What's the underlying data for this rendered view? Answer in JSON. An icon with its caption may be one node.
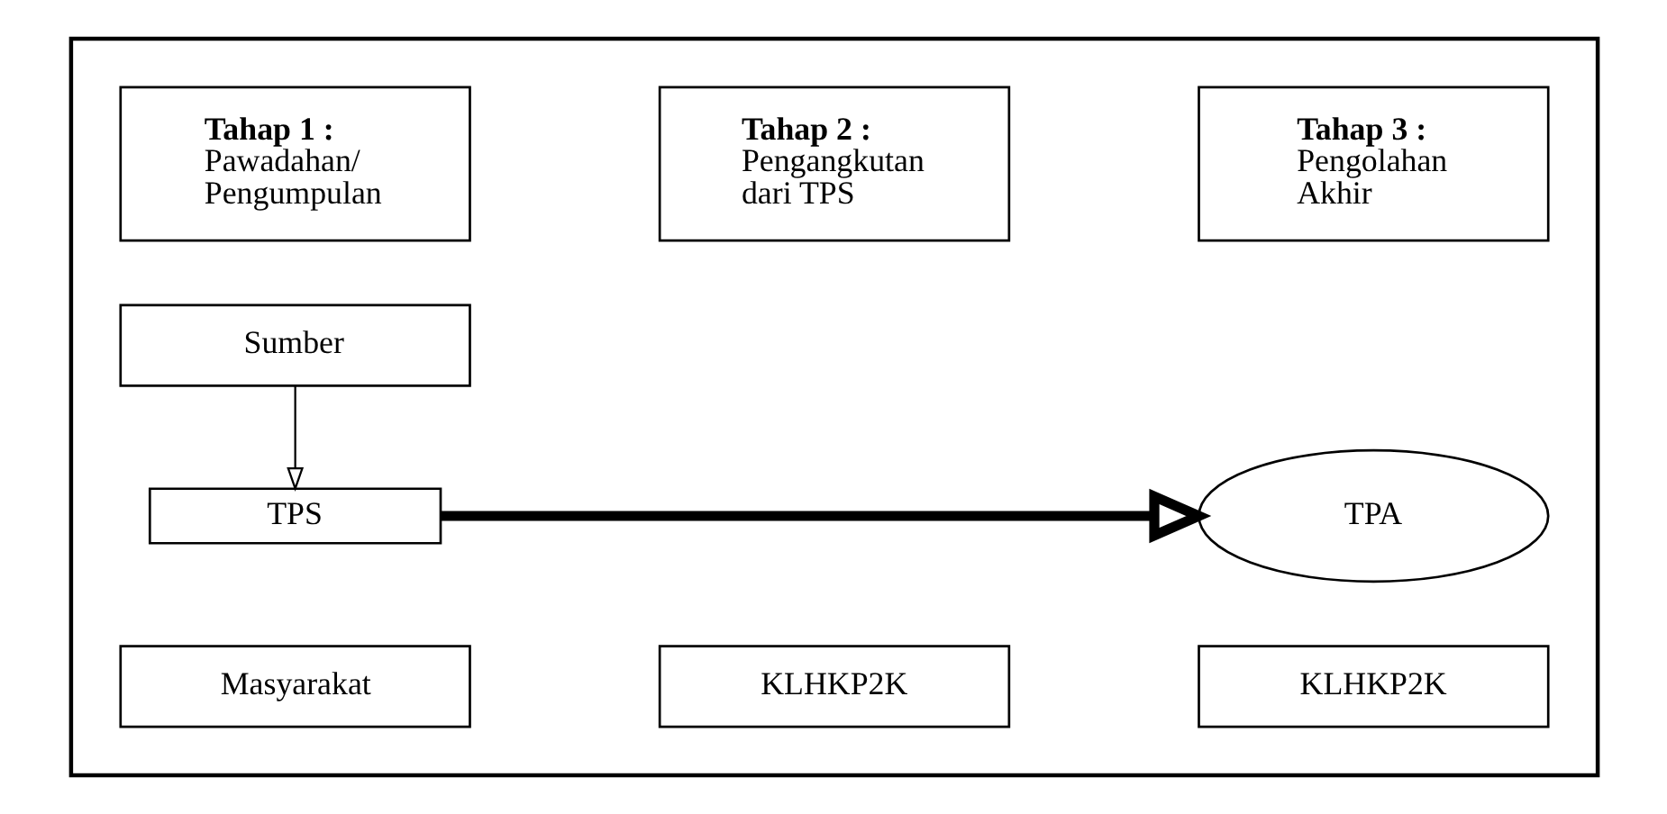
{
  "diagram": {
    "nodes": [
      {
        "text": [],
        "shape": "box"
      },
      {
        "text": [
          "Tahap 1 :",
          "Pawadahan/ Pengumpulan"
        ],
        "in": 0
      },
      {
        "text": [
          "Tahap 2 :",
          "Pengangkutan dari TPS"
        ],
        "in": 0
      },
      {
        "text": [
          "Tahap 3 :",
          "Pengolahan Akhir"
        ],
        "in": 0
      },
      {
        "text": [
          "Sumber"
        ],
        "in": 0
      },
      {
        "text": [
          "TPS"
        ],
        "in": 0
      },
      {
        "text": [
          "TPA"
        ],
        "in": 0
      },
      {
        "text": [
          "Masyarakat"
        ],
        "in": 0
      },
      {
        "text": [
          "KLHKP2K"
        ],
        "in": 0
      },
      {
        "text": [
          "KLHKP2K"
        ],
        "in": 0
      }
    ],
    "edges": [
      {
        "from": 4,
        "to": 5,
        "arrow": "to"
      },
      {
        "from": 5,
        "to": 6,
        "arrow": "to",
        "style": "thick"
      }
    ]
  }
}
